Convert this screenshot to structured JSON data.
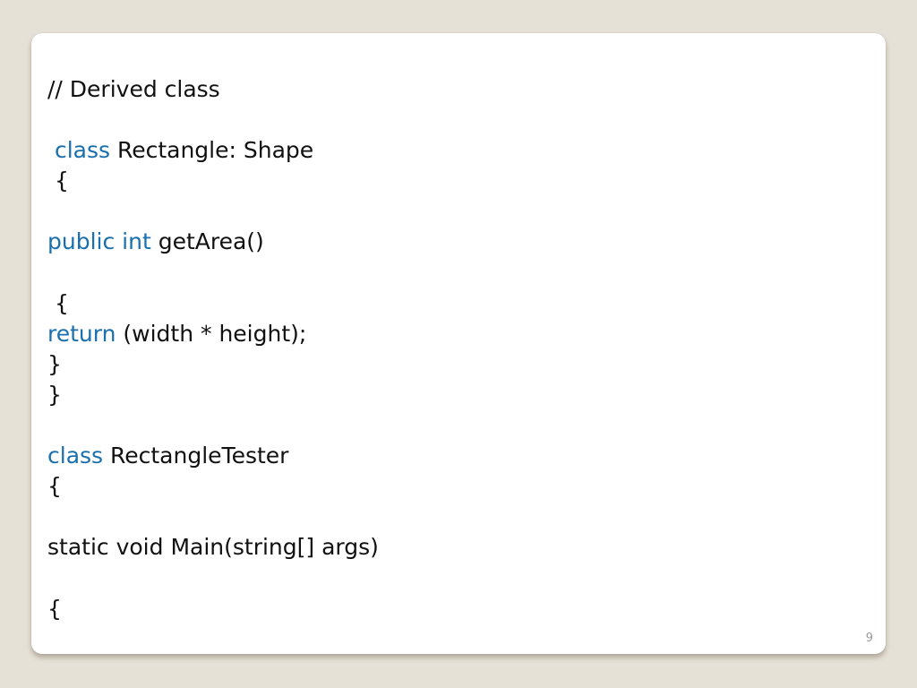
{
  "slide": {
    "page_number": "9",
    "colors": {
      "background": "#e6e1d6",
      "card": "#ffffff",
      "keyword": "#1a6fae",
      "text": "#111111"
    },
    "lines": [
      {
        "indent": "",
        "kw": "",
        "text": "// Derived class"
      },
      {
        "indent": " ",
        "kw": "class",
        "text": " Rectangle: Shape"
      },
      {
        "indent": " ",
        "kw": "",
        "text": "{"
      },
      {
        "indent": "",
        "kw": "public int",
        "text": " getArea()"
      },
      {
        "indent": " ",
        "kw": "",
        "text": "{"
      },
      {
        "indent": "",
        "kw": "return",
        "text": " (width * height);"
      },
      {
        "indent": "",
        "kw": "",
        "text": "}"
      },
      {
        "indent": "",
        "kw": "",
        "text": "}"
      },
      {
        "indent": "",
        "kw": "class",
        "text": " RectangleTester"
      },
      {
        "indent": "",
        "kw": "",
        "text": "{"
      },
      {
        "indent": "",
        "kw": "",
        "text": "static void Main(string[] args)"
      },
      {
        "indent": "",
        "kw": "",
        "text": "{"
      }
    ]
  }
}
